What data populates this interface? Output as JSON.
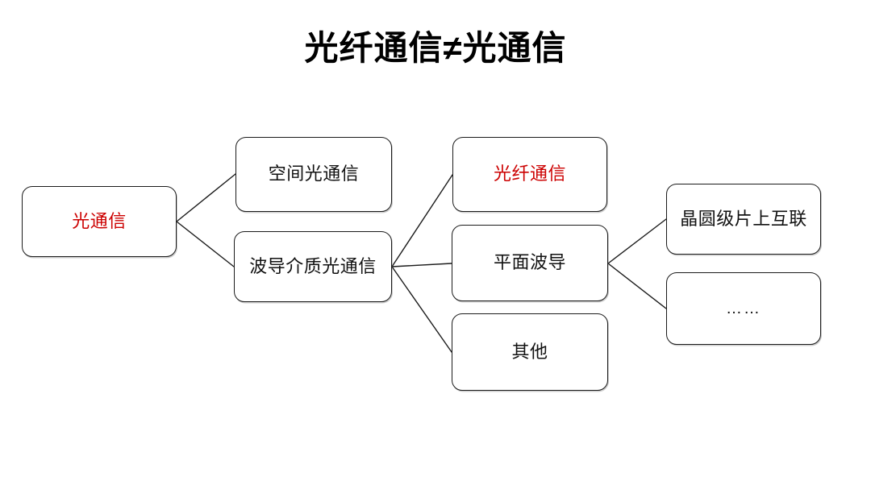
{
  "slide": {
    "title": "光纤通信≠光通信",
    "background_color": "#ffffff"
  },
  "colors": {
    "accent_red": "#cc0000",
    "text_black": "#111111",
    "border": "#1b1b1b",
    "node_fill": "#ffffff"
  },
  "diagram": {
    "type": "tree",
    "orientation": "left-to-right",
    "nodes": {
      "root": {
        "label": "光通信",
        "color": "#cc0000"
      },
      "free_space": {
        "label": "空间光通信",
        "color": "#111111"
      },
      "waveguide_medium": {
        "label": "波导介质光通信",
        "color": "#111111"
      },
      "fiber": {
        "label": "光纤通信",
        "color": "#cc0000"
      },
      "planar_waveguide": {
        "label": "平面波导",
        "color": "#111111"
      },
      "other": {
        "label": "其他",
        "color": "#111111"
      },
      "wafer_interconnect": {
        "label": "晶圆级片上互联",
        "color": "#111111"
      },
      "etc": {
        "label": "……",
        "color": "#111111"
      }
    },
    "edges": [
      {
        "from": "root",
        "to": "free_space"
      },
      {
        "from": "root",
        "to": "waveguide_medium"
      },
      {
        "from": "waveguide_medium",
        "to": "fiber"
      },
      {
        "from": "waveguide_medium",
        "to": "planar_waveguide"
      },
      {
        "from": "waveguide_medium",
        "to": "other"
      },
      {
        "from": "planar_waveguide",
        "to": "wafer_interconnect"
      },
      {
        "from": "planar_waveguide",
        "to": "etc"
      }
    ]
  }
}
